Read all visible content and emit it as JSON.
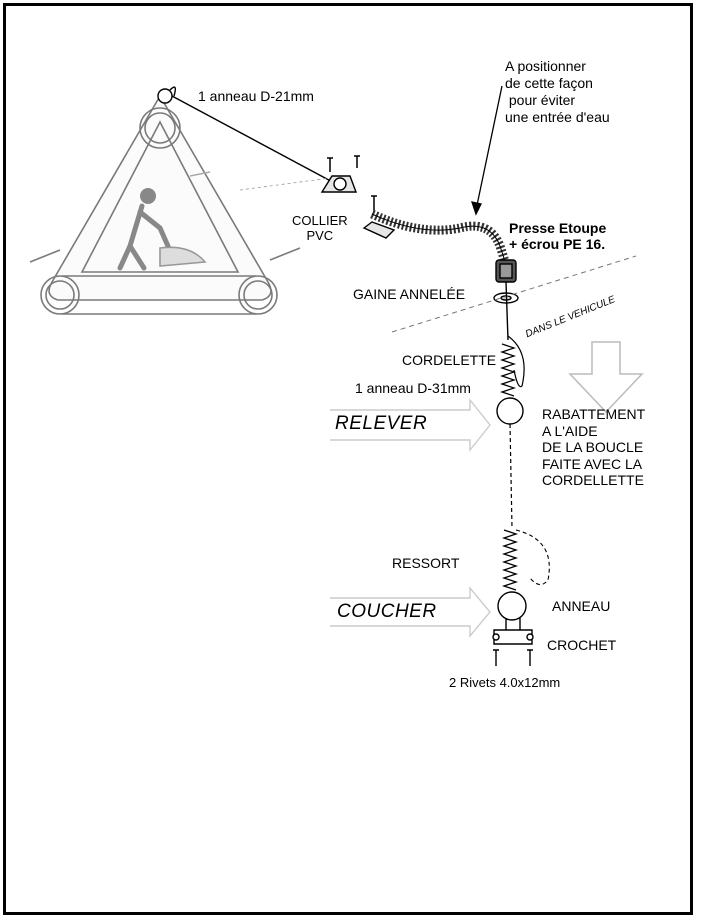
{
  "labels": {
    "ring_top": "1 anneau D-21mm",
    "note_line1": "A positionner",
    "note_line2": "de cette façon",
    "note_line3": " pour éviter",
    "note_line4": "une entrée d'eau",
    "collier_line1": "COLLIER",
    "collier_line2": "PVC",
    "presse_line1": "Presse Etoupe",
    "presse_line2": "+ écrou PE 16.",
    "gaine": "GAINE ANNELÉE",
    "vehicule": "DANS LE VEHICULE",
    "cordelette": "CORDELETTE",
    "ring_mid": "1 anneau D-31mm",
    "relever": "RELEVER",
    "rabattement_line1": "RABATTEMENT",
    "rabattement_line2": "A L'AIDE",
    "rabattement_line3": "DE LA BOUCLE",
    "rabattement_line4": "FAITE AVEC LA",
    "rabattement_line5": "CORDELLETTE",
    "ressort": "RESSORT",
    "coucher": "COUCHER",
    "anneau": "ANNEAU",
    "crochet": "CROCHET",
    "rivets": "2 Rivets 4.0x12mm"
  },
  "colors": {
    "line": "#000000",
    "sign": "#666666",
    "arrow": "#bbbbbb"
  }
}
